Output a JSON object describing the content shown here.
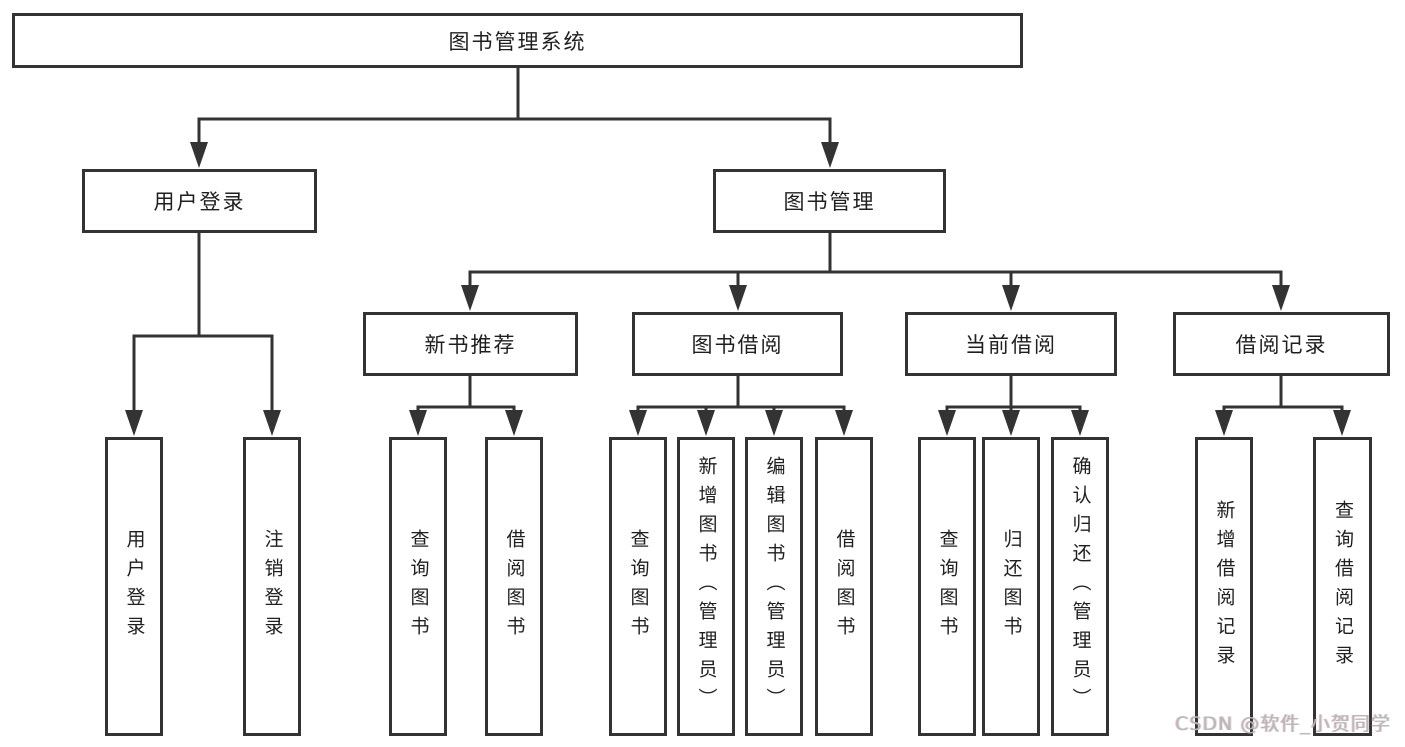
{
  "tree": {
    "root": {
      "id": "root",
      "label": "图书管理系统"
    },
    "level2": [
      {
        "id": "user-login",
        "label": "用户登录",
        "parent": "root"
      },
      {
        "id": "book-management",
        "label": "图书管理",
        "parent": "root"
      }
    ],
    "level3": [
      {
        "id": "new-book-recommend",
        "label": "新书推荐",
        "parent": "book-management"
      },
      {
        "id": "book-borrowing",
        "label": "图书借阅",
        "parent": "book-management"
      },
      {
        "id": "current-borrowing",
        "label": "当前借阅",
        "parent": "book-management"
      },
      {
        "id": "borrowing-records",
        "label": "借阅记录",
        "parent": "book-management"
      }
    ],
    "leaves": [
      {
        "label": "用户登录",
        "parent": "user-login"
      },
      {
        "label": "注销登录",
        "parent": "user-login"
      },
      {
        "label": "查询图书",
        "parent": "new-book-recommend"
      },
      {
        "label": "借阅图书",
        "parent": "new-book-recommend"
      },
      {
        "label": "查询图书",
        "parent": "book-borrowing"
      },
      {
        "label": "新增图书（管理员）",
        "parent": "book-borrowing"
      },
      {
        "label": "编辑图书（管理员）",
        "parent": "book-borrowing"
      },
      {
        "label": "借阅图书",
        "parent": "book-borrowing"
      },
      {
        "label": "查询图书",
        "parent": "current-borrowing"
      },
      {
        "label": "归还图书",
        "parent": "current-borrowing"
      },
      {
        "label": "确认归还（管理员）",
        "parent": "current-borrowing"
      },
      {
        "label": "新增借阅记录",
        "parent": "borrowing-records"
      },
      {
        "label": "查询借阅记录",
        "parent": "borrowing-records"
      }
    ]
  },
  "watermark": {
    "text": "CSDN @软件_小贺同学"
  },
  "colors": {
    "line": "#333333",
    "box_border": "#333333",
    "box_fill": "#ffffff",
    "label_text": "#1f1f1f",
    "watermark_text": "#b8b8b8"
  }
}
